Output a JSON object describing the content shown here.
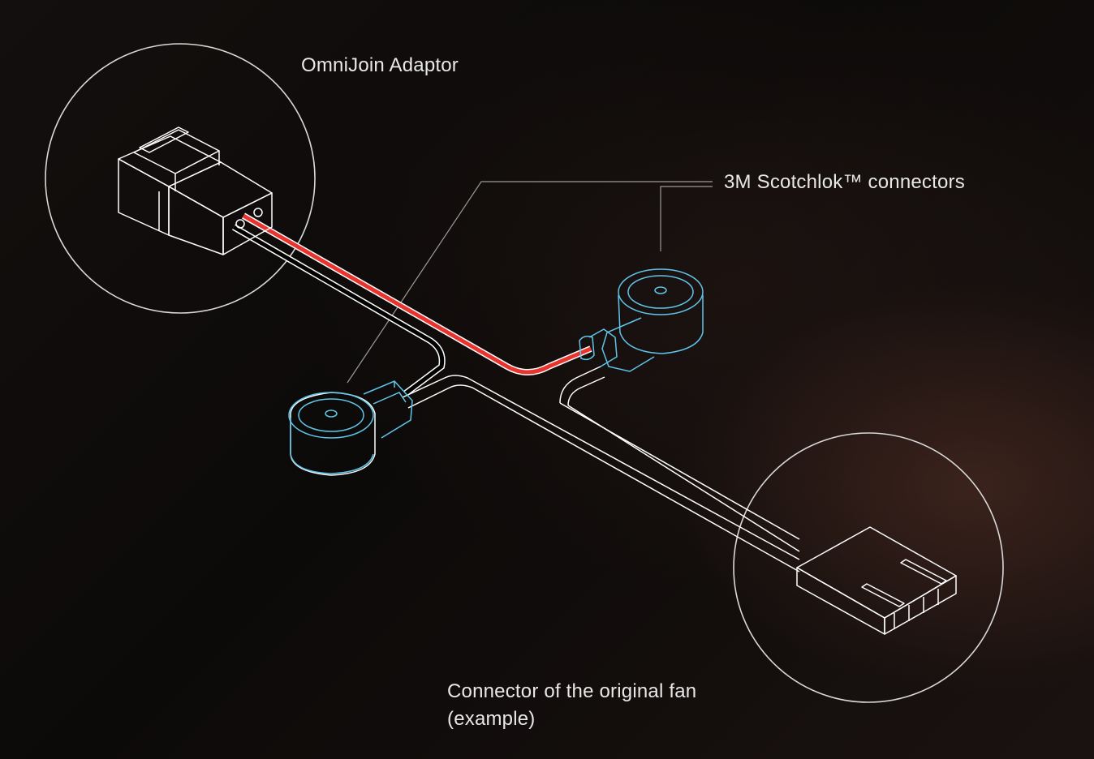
{
  "labels": {
    "adaptor": "OmniJoin Adaptor",
    "scotchlok": "3M Scotchlok™ connectors",
    "fan_line1": "Connector of the original fan",
    "fan_line2": "(example)"
  },
  "colors": {
    "outline": "#ffffff",
    "red_wire": "#e8332e",
    "black_wire": "#000000",
    "connector": "#5fc6ea",
    "leader_line": "#9a9a9a",
    "circle": "#d8d8d8"
  }
}
